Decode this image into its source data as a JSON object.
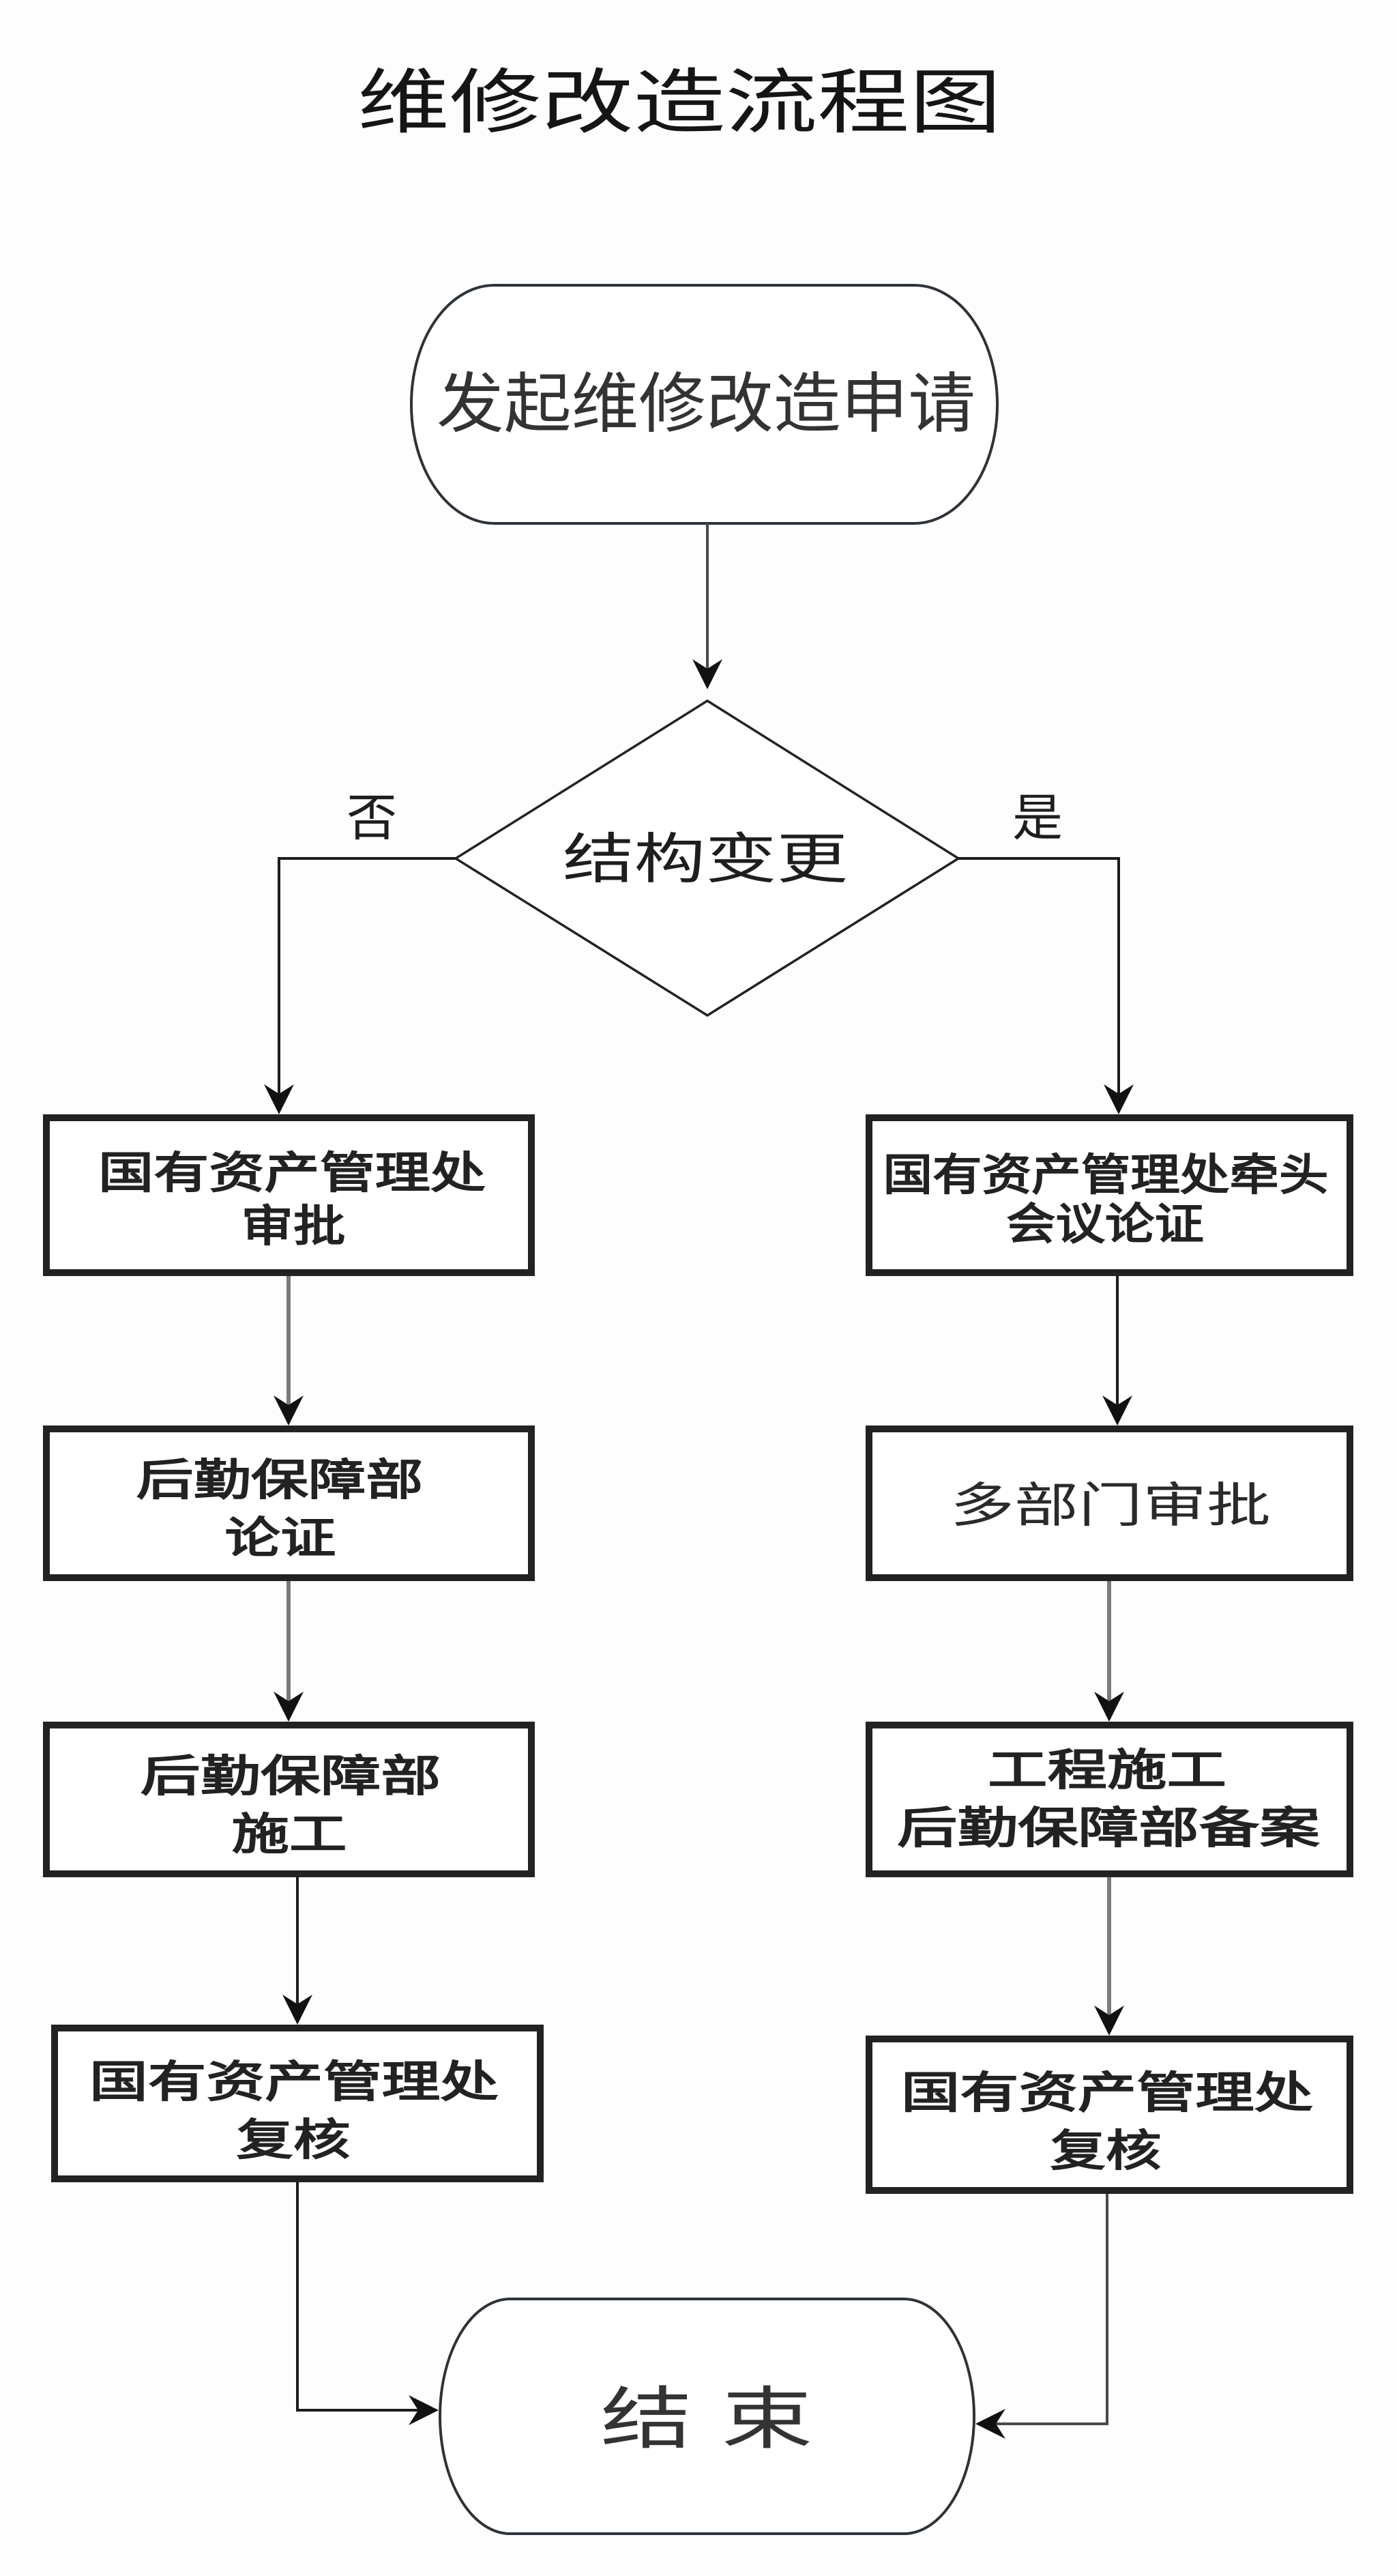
{
  "title": "维修改造流程图",
  "start": {
    "label": "发起维修改造申请"
  },
  "decision": {
    "label": "结构变更",
    "no_label": "否",
    "yes_label": "是"
  },
  "left_column": [
    {
      "lines": [
        "国有资产管理处",
        "审批"
      ]
    },
    {
      "lines": [
        "后勤保障部",
        "论证"
      ]
    },
    {
      "lines": [
        "后勤保障部",
        "施工"
      ]
    },
    {
      "lines": [
        "国有资产管理处",
        "复核"
      ]
    }
  ],
  "right_column": [
    {
      "lines": [
        "国有资产管理处牵头",
        "会议论证"
      ]
    },
    {
      "lines": [
        "多部门审批"
      ]
    },
    {
      "lines": [
        "工程施工",
        "后勤保障部备案"
      ]
    },
    {
      "lines": [
        "国有资产管理处",
        "复核"
      ]
    }
  ],
  "end": {
    "label": "结 束"
  }
}
